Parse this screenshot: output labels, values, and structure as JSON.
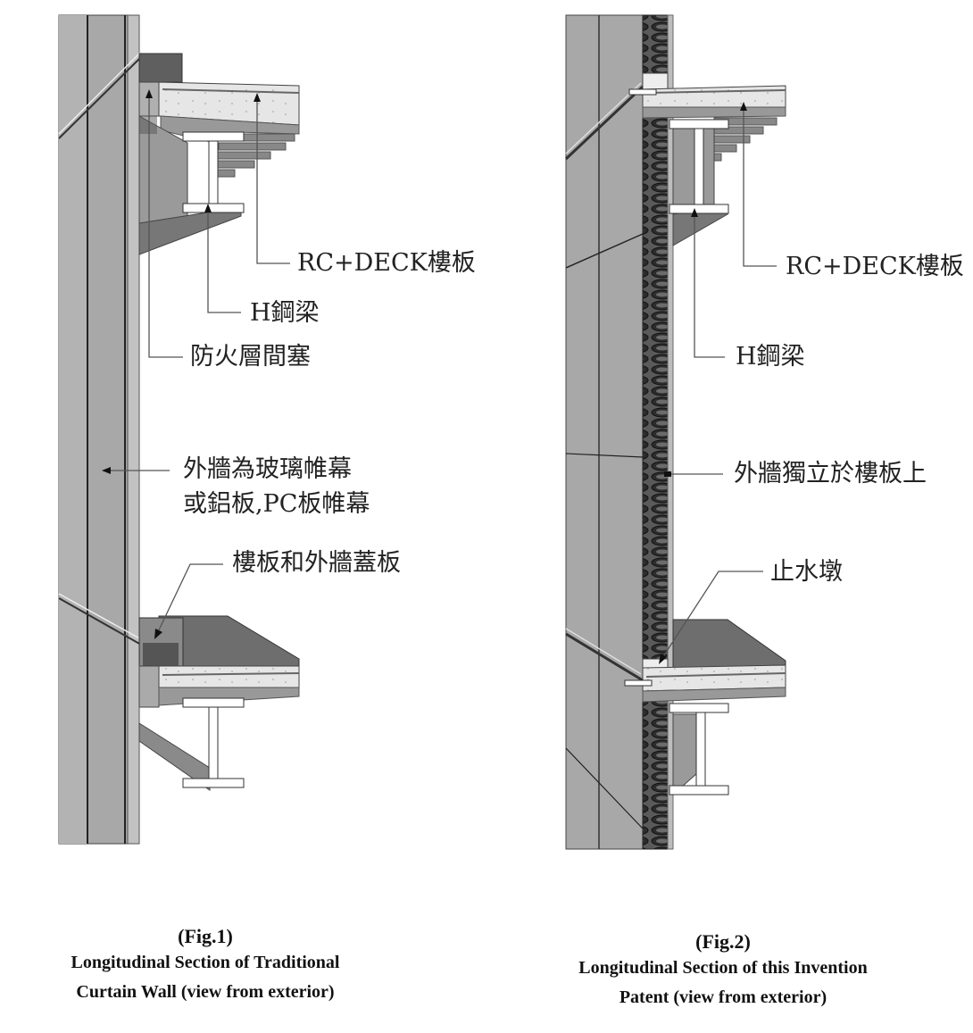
{
  "figures": [
    {
      "id": "fig1",
      "caption_number": "(Fig.1)",
      "caption_lines": [
        "Longitudinal Section of Traditional",
        "Curtain Wall (view from exterior)"
      ],
      "labels": {
        "slab": "RC+DECK樓板",
        "beam": "H鋼梁",
        "firestop": "防火層間塞",
        "wall_line1": "外牆為玻璃帷幕",
        "wall_line2": "或鋁板,PC板帷幕",
        "cover": "樓板和外牆蓋板"
      }
    },
    {
      "id": "fig2",
      "caption_number": "(Fig.2)",
      "caption_lines": [
        "Longitudinal Section of this Invention",
        "Patent (view from exterior)"
      ],
      "labels": {
        "slab": "RC+DECK樓板",
        "beam": "H鋼梁",
        "wall": "外牆獨立於樓板上",
        "curb": "止水墩"
      }
    }
  ],
  "colors": {
    "panel": "#a9a9a9",
    "panel_dark": "#7d7d7d",
    "slab_top": "#6f6f6f",
    "concrete": "#e4e4e4",
    "insulation": "#3a3a3a",
    "line": "#444444"
  }
}
